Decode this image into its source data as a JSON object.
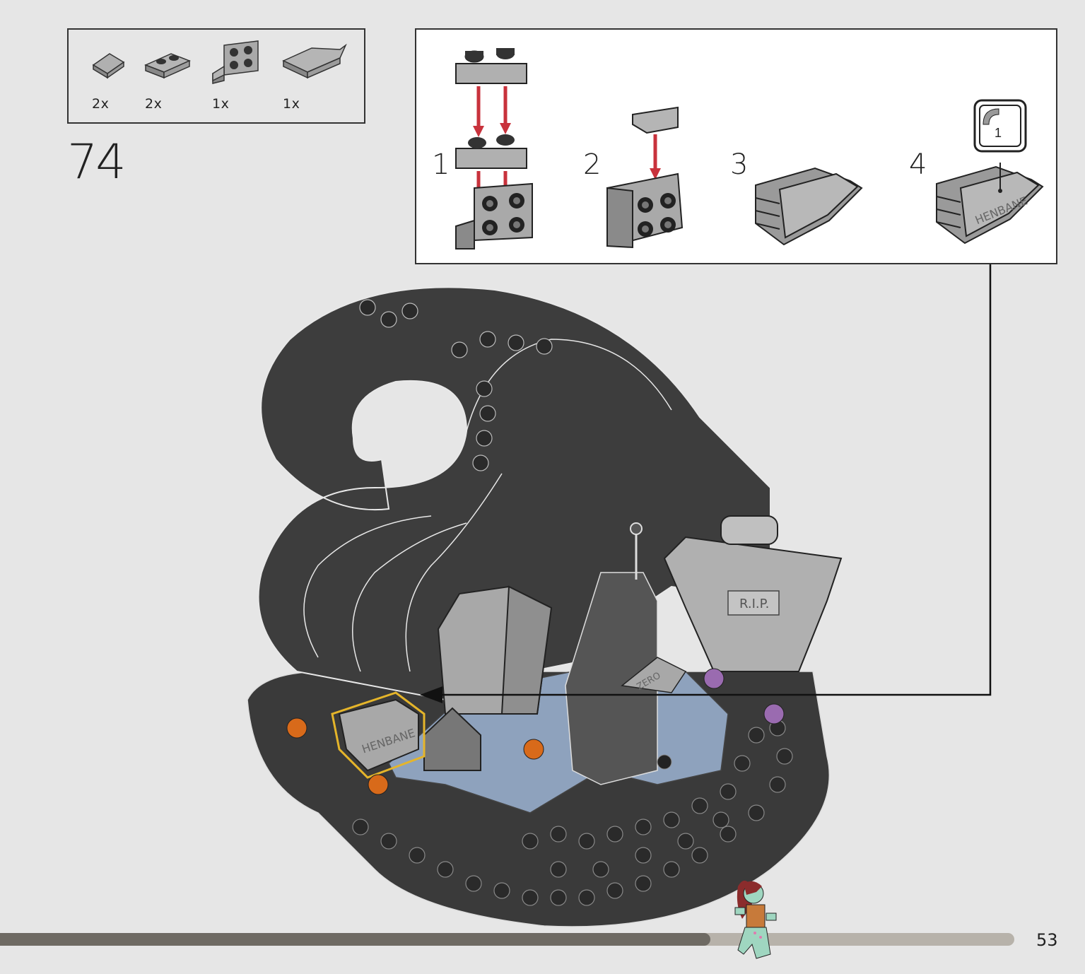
{
  "parts_list": {
    "items": [
      {
        "name": "slope-tile-icon",
        "qty": "2x"
      },
      {
        "name": "plate-1x2-icon",
        "qty": "2x"
      },
      {
        "name": "bracket-2x2-icon",
        "qty": "1x"
      },
      {
        "name": "wedge-tile-icon",
        "qty": "1x"
      }
    ]
  },
  "step": {
    "number": "74"
  },
  "substeps": [
    {
      "label": "1"
    },
    {
      "label": "2"
    },
    {
      "label": "3"
    },
    {
      "label": "4",
      "sticker_label": "1",
      "sticker_text": "HENBANE"
    }
  ],
  "model": {
    "tombstone_rip": "R.I.P.",
    "tombstone_henbane": "HENBANE",
    "tombstone_zero": "ZERO"
  },
  "colors": {
    "dark_grey": "#3d3d3d",
    "light_grey": "#a6a6a6",
    "blue_grey": "#8ea2bd",
    "highlight": "#e5b52a",
    "arrow_red": "#c8323c",
    "orange": "#d86a1a",
    "purple": "#9a6bb0"
  },
  "progress": {
    "fraction": 0.7
  },
  "page": {
    "number": "53"
  }
}
